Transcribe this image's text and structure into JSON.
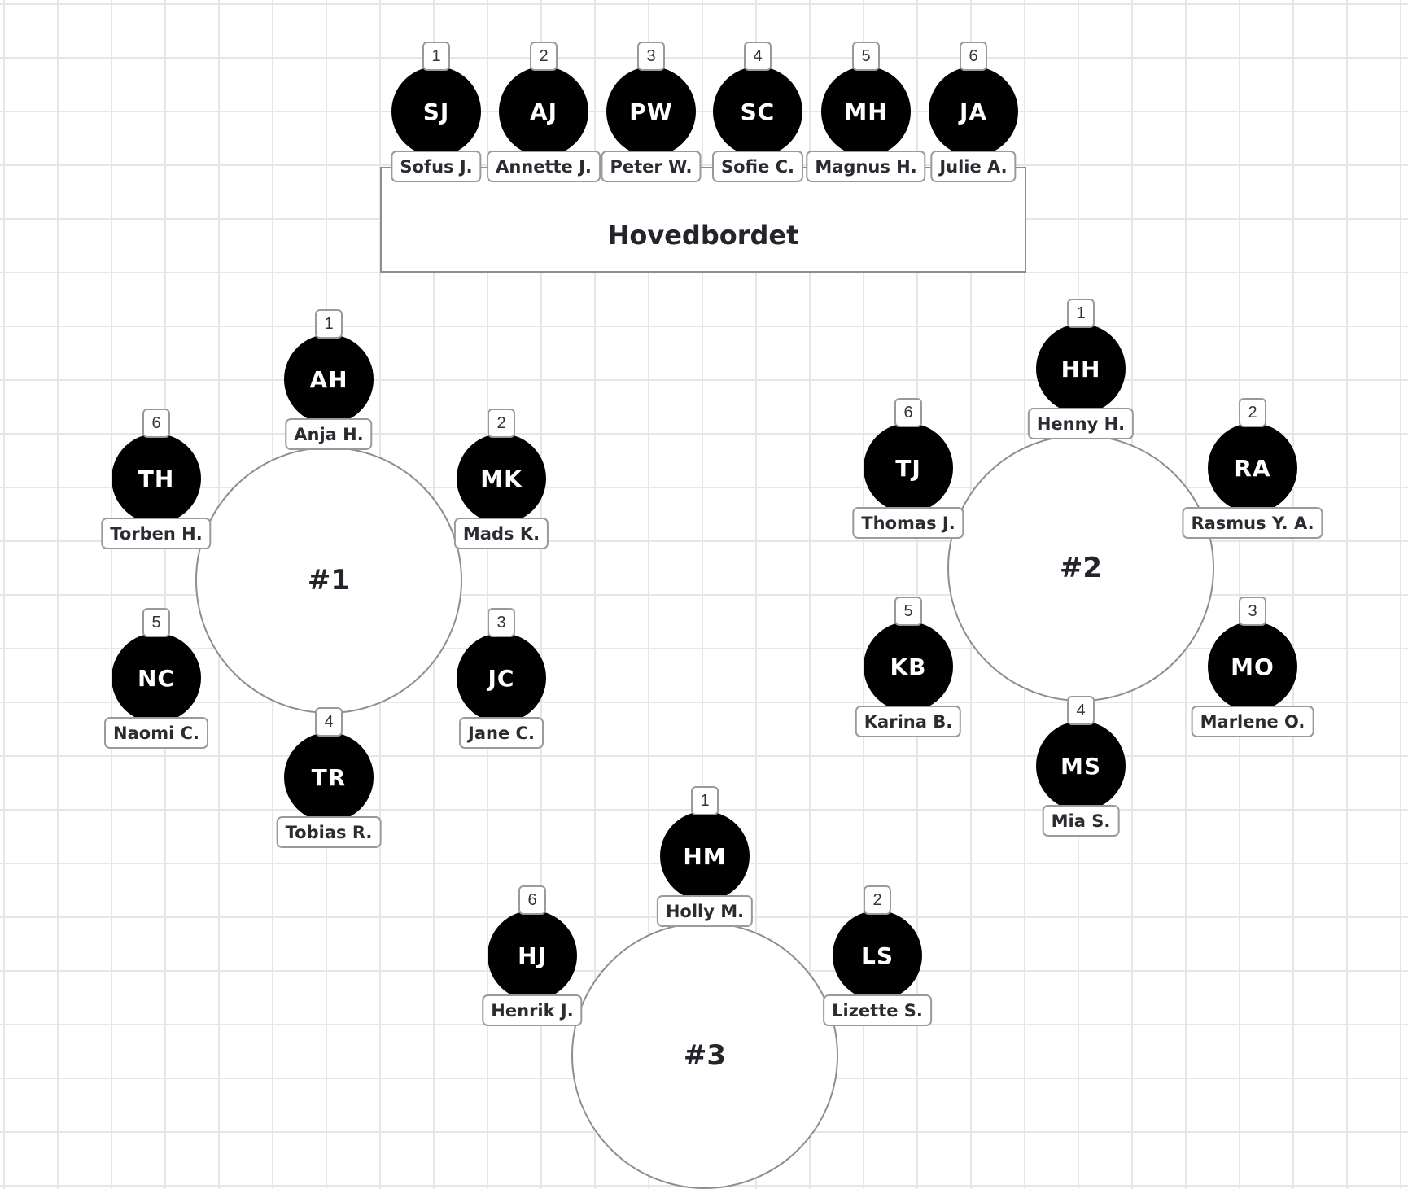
{
  "canvas": {
    "grid_color": "#e6e6e6",
    "grid_spacing": 66
  },
  "head_table": {
    "label": "Hovedbordet",
    "seats": [
      {
        "number": "1",
        "initials": "SJ",
        "name": "Sofus J."
      },
      {
        "number": "2",
        "initials": "AJ",
        "name": "Annette J."
      },
      {
        "number": "3",
        "initials": "PW",
        "name": "Peter W."
      },
      {
        "number": "4",
        "initials": "SC",
        "name": "Sofie C."
      },
      {
        "number": "5",
        "initials": "MH",
        "name": "Magnus H."
      },
      {
        "number": "6",
        "initials": "JA",
        "name": "Julie A."
      }
    ]
  },
  "tables": [
    {
      "label": "#1",
      "seats": [
        {
          "number": "1",
          "initials": "AH",
          "name": "Anja H."
        },
        {
          "number": "2",
          "initials": "MK",
          "name": "Mads K."
        },
        {
          "number": "3",
          "initials": "JC",
          "name": "Jane C."
        },
        {
          "number": "4",
          "initials": "TR",
          "name": "Tobias R."
        },
        {
          "number": "5",
          "initials": "NC",
          "name": "Naomi C."
        },
        {
          "number": "6",
          "initials": "TH",
          "name": "Torben H."
        }
      ]
    },
    {
      "label": "#2",
      "seats": [
        {
          "number": "1",
          "initials": "HH",
          "name": "Henny H."
        },
        {
          "number": "2",
          "initials": "RA",
          "name": "Rasmus Y. A."
        },
        {
          "number": "3",
          "initials": "MO",
          "name": "Marlene O."
        },
        {
          "number": "4",
          "initials": "MS",
          "name": "Mia S."
        },
        {
          "number": "5",
          "initials": "KB",
          "name": "Karina B."
        },
        {
          "number": "6",
          "initials": "TJ",
          "name": "Thomas J."
        }
      ]
    },
    {
      "label": "#3",
      "seats": [
        {
          "number": "1",
          "initials": "HM",
          "name": "Holly M."
        },
        {
          "number": "2",
          "initials": "LS",
          "name": "Lizette S."
        },
        {
          "number": "6",
          "initials": "HJ",
          "name": "Henrik J."
        }
      ]
    }
  ]
}
